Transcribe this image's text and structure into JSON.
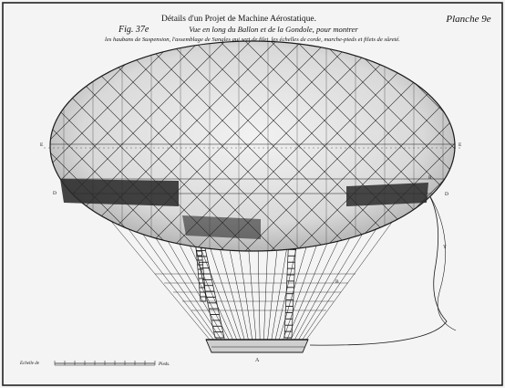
{
  "header": {
    "title": "Détails d'un Projet de Machine Aérostatique.",
    "plate_label": "Planche 9e",
    "figure_number": "Fig. 37e",
    "caption_line_1": "Vue en long du Ballon et de la Gondole, pour montrer",
    "caption_line_2": "les haubans de Suspension, l'assemblage de Sangles qui sert de filet, les échelles de corde, marche-pieds et filets de sûreté."
  },
  "scale_bar": {
    "left_label": "Echelle de",
    "right_label": "Pieds."
  },
  "annotations": {
    "label_a": "A",
    "label_b": "B",
    "label_d_left": "D",
    "label_d_right": "D",
    "label_e_left": "E",
    "label_e_right": "E",
    "label_y": "Y",
    "label_r": "R"
  },
  "colors": {
    "paper": "#f4f4f4",
    "ink": "#1a1a1a",
    "band_dark": "#2a2a2a",
    "envelope_shade": "#d8d8d8"
  }
}
